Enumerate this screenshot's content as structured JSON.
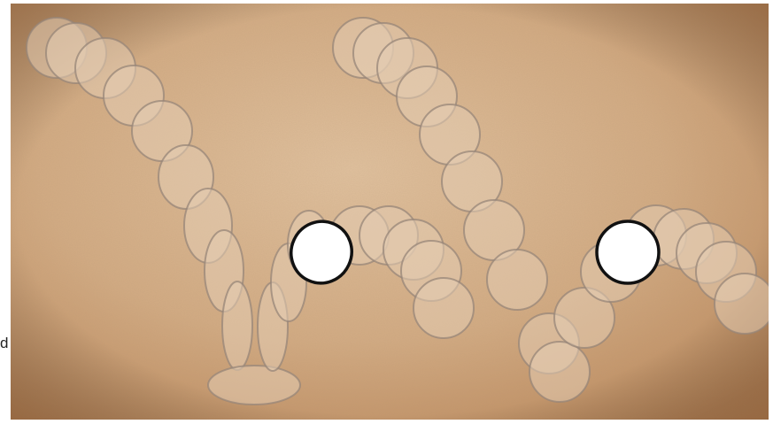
{
  "side_label": "d",
  "colors": {
    "paper_light": "#dcb891",
    "paper_mid": "#c99c70",
    "paper_dark": "#a8744a",
    "ghost_fill": "#e2c8ae",
    "ghost_stroke": "#9a8a7c",
    "ball_fill": "#ffffff",
    "ball_stroke": "#111111"
  },
  "scene": {
    "description_icons": [
      "ghost-ball-trail-left",
      "ghost-ball-trail-right",
      "highlight-ball-left",
      "highlight-ball-right"
    ]
  }
}
